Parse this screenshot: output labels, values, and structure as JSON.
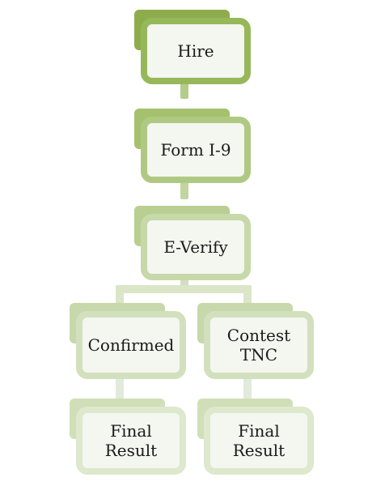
{
  "diagram": {
    "nodes": {
      "hire": "Hire",
      "form_i9": "Form I-9",
      "everify": "E-Verify",
      "confirmed": "Confirmed",
      "contest_tnc": "Contest\nTNC",
      "final_result_left": "Final\nResult",
      "final_result_right": "Final\nResult"
    },
    "colors": {
      "tier1": "#8dad4c",
      "tier2": "#a6c16e",
      "tier3": "#b9cf91",
      "tier4": "#c7d8ab",
      "tier5": "#d0dfb8"
    }
  }
}
